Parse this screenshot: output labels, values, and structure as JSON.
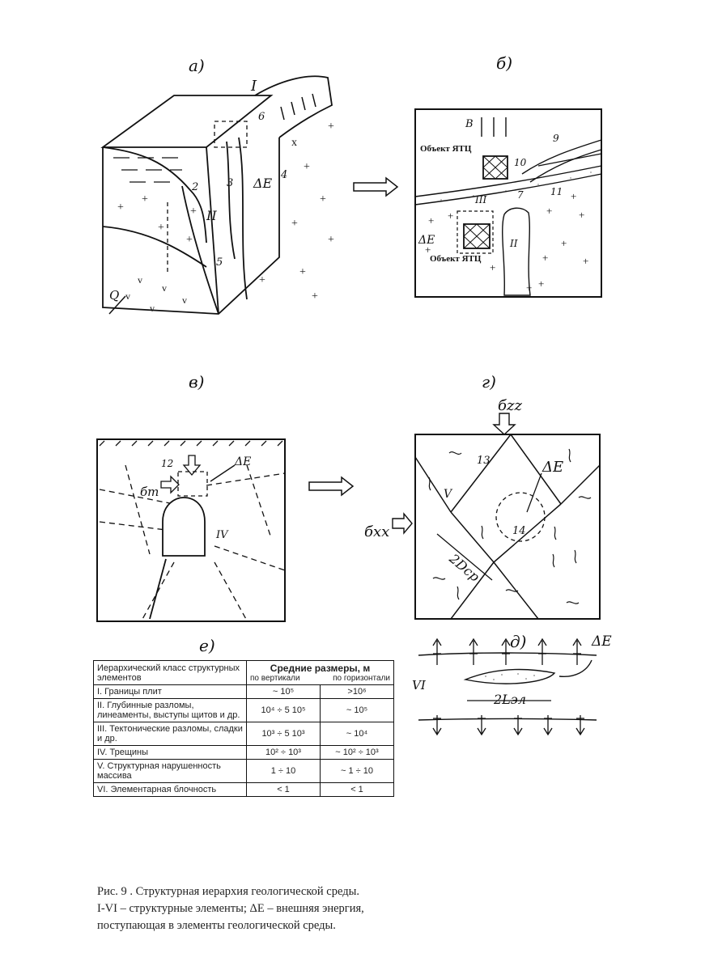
{
  "panels": {
    "a": {
      "label": "а)",
      "roman_I": "I",
      "roman_II": "II",
      "nums": [
        "2",
        "3",
        "4",
        "5",
        "6"
      ],
      "delta": "ΔE",
      "q": "Q"
    },
    "b": {
      "label": "б)",
      "b_letter": "B",
      "object_top": "Объект ЯТЦ",
      "object_bottom": "Объект ЯТЦ",
      "num9": "9",
      "num10": "10",
      "num7": "7",
      "num11": "11",
      "roman_III": "III",
      "roman_II": "II",
      "delta": "ΔE"
    },
    "v": {
      "label": "в)",
      "num12": "12",
      "sigma_t": "бт",
      "delta": "ΔE",
      "roman_IV": "IV"
    },
    "g": {
      "label": "г)",
      "sigma_zz": "бzz",
      "sigma_xx": "бxx",
      "num13": "13",
      "num14": "14",
      "roman_V": "V",
      "delta": "ΔE",
      "two_d": "2Dср"
    },
    "d": {
      "label": "д)",
      "delta": "ΔE",
      "roman_VI": "VI",
      "two_l": "2Lэл"
    },
    "e": {
      "label": "е)"
    }
  },
  "table": {
    "col1_header": "Иерархический    класс структурных элементов",
    "col2_header": "Средние размеры, м",
    "sub_vertical": "по вертикали",
    "sub_horizontal": "по горизонтали",
    "rows": [
      {
        "name": "I. Границы плит",
        "vertical": "~ 10⁵",
        "horizontal": ">10⁶"
      },
      {
        "name": "II. Глубинные разломы, линеаменты,  выступы щитов и др.",
        "vertical": "10⁴ ÷ 5 10⁵",
        "horizontal": "~ 10⁵"
      },
      {
        "name": "III. Тектонические разломы,  сладки  и др.",
        "vertical": "10³ ÷ 5 10³",
        "horizontal": "~ 10⁴"
      },
      {
        "name": "IV. Трещины",
        "vertical": "10² ÷ 10³",
        "horizontal": "~ 10² ÷ 10³"
      },
      {
        "name": "V. Структурная нарушенность массива",
        "vertical": "1 ÷ 10",
        "horizontal": "~ 1 ÷ 10"
      },
      {
        "name": "VI. Элементарная блочность",
        "vertical": "< 1",
        "horizontal": "< 1"
      }
    ]
  },
  "caption": {
    "line1": "Рис.  9  .   Структурная иерархия геологической среды.",
    "line2": "I-VI – структурные элементы;   ΔE – внешняя энергия,",
    "line3": "поступающая    в  элементы  геологической     среды."
  }
}
